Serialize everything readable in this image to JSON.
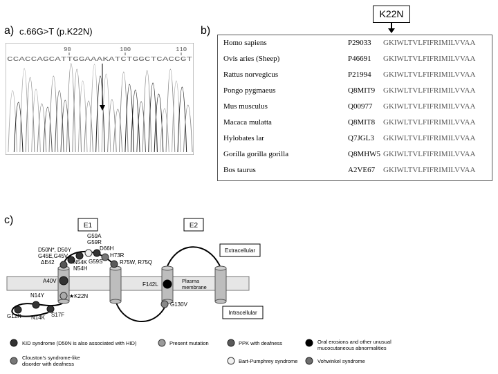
{
  "panel_a": {
    "label": "a)",
    "title": "c.66G>T (p.K22N)",
    "position_labels": [
      "90",
      "100",
      "110"
    ],
    "sequence": "CCACCAGCATTGGAAAKATCTGGCTCACCGT"
  },
  "panel_b": {
    "label": "b)",
    "mutation": "K22N",
    "rows": [
      {
        "species": "Homo sapiens",
        "accession": "P29033",
        "sequence": "GKIWLTVLFIFRIMILVVAA"
      },
      {
        "species": "Ovis aries (Sheep)",
        "accession": "P46691",
        "sequence": "GKIWLTVLFIFRIMILVVAA"
      },
      {
        "species": "Rattus norvegicus",
        "accession": "P21994",
        "sequence": "GKIWLTVLFIFRIMILVVAA"
      },
      {
        "species": "Pongo pygmaeus",
        "accession": "Q8MIT9",
        "sequence": "GKIWLTVLFIFRIMILVVAA"
      },
      {
        "species": "Mus musculus",
        "accession": "Q00977",
        "sequence": "GKIWLTVLFIFRIMILVVAA"
      },
      {
        "species": "Macaca mulatta",
        "accession": "Q8MIT8",
        "sequence": "GKIWLTVLFIFRIMILVVAA"
      },
      {
        "species": "Hylobates lar",
        "accession": "Q7JGL3",
        "sequence": "GKIWLTVLFIFRIMILVVAA"
      },
      {
        "species": "Gorilla gorilla gorilla",
        "accession": "Q8MHW5",
        "sequence": "GKIWLTVLFIFRIMILVVAA"
      },
      {
        "species": "Bos taurus",
        "accession": "A2VE67",
        "sequence": "GKIWLTVLFIFRIMILVVAA"
      }
    ]
  },
  "panel_c": {
    "label": "c)",
    "e1": "E1",
    "e2": "E2",
    "extracellular": "Extracellular",
    "intracellular": "Intracellular",
    "plasma_membrane_1": "Plasma",
    "plasma_membrane_2": "membrane",
    "mutations": {
      "g59a": "G59A",
      "g59r": "G59R",
      "d66h": "D66H",
      "d50n_d50y": "D50N*, D50Y",
      "g45e_g45v": "G45E,G45V",
      "de42": "ΔE42",
      "h73r": "H73R",
      "r75w_r75q": "R75W, R75Q",
      "n54k": "N54K",
      "g59s": "G59S",
      "n54h": "N54H",
      "a40v": "A40V",
      "k22n": "★K22N",
      "f142l": "F142L",
      "g130v": "G130V",
      "n14y": "N14Y",
      "g12r": "G12R",
      "s17f": "S17F",
      "n14k": "N14K"
    },
    "legend": [
      {
        "key": "kid",
        "text": "KID syndrome (D50N is also associated with HID)",
        "color": "#333333"
      },
      {
        "key": "present",
        "text": "Present mutation",
        "color": "#9a9a9a"
      },
      {
        "key": "ppk",
        "text": "PPK with deafness",
        "color": "#5a5a5a"
      },
      {
        "key": "oral1",
        "text": "Oral erosions and other unusual",
        "color": "#000000"
      },
      {
        "key": "oral2",
        "text": "mucocutaneous abnormalities",
        "color": ""
      },
      {
        "key": "clouston1",
        "text": "Clouston's syndrome-like",
        "color": "#777777"
      },
      {
        "key": "clouston2",
        "text": "disorder with deafness",
        "color": ""
      },
      {
        "key": "bart",
        "text": "Bart-Pumphrey syndrome",
        "color": "#eeeeee"
      },
      {
        "key": "vohwinkel",
        "text": "Vohwinkel syndrome",
        "color": "#6e6e6e"
      }
    ]
  }
}
